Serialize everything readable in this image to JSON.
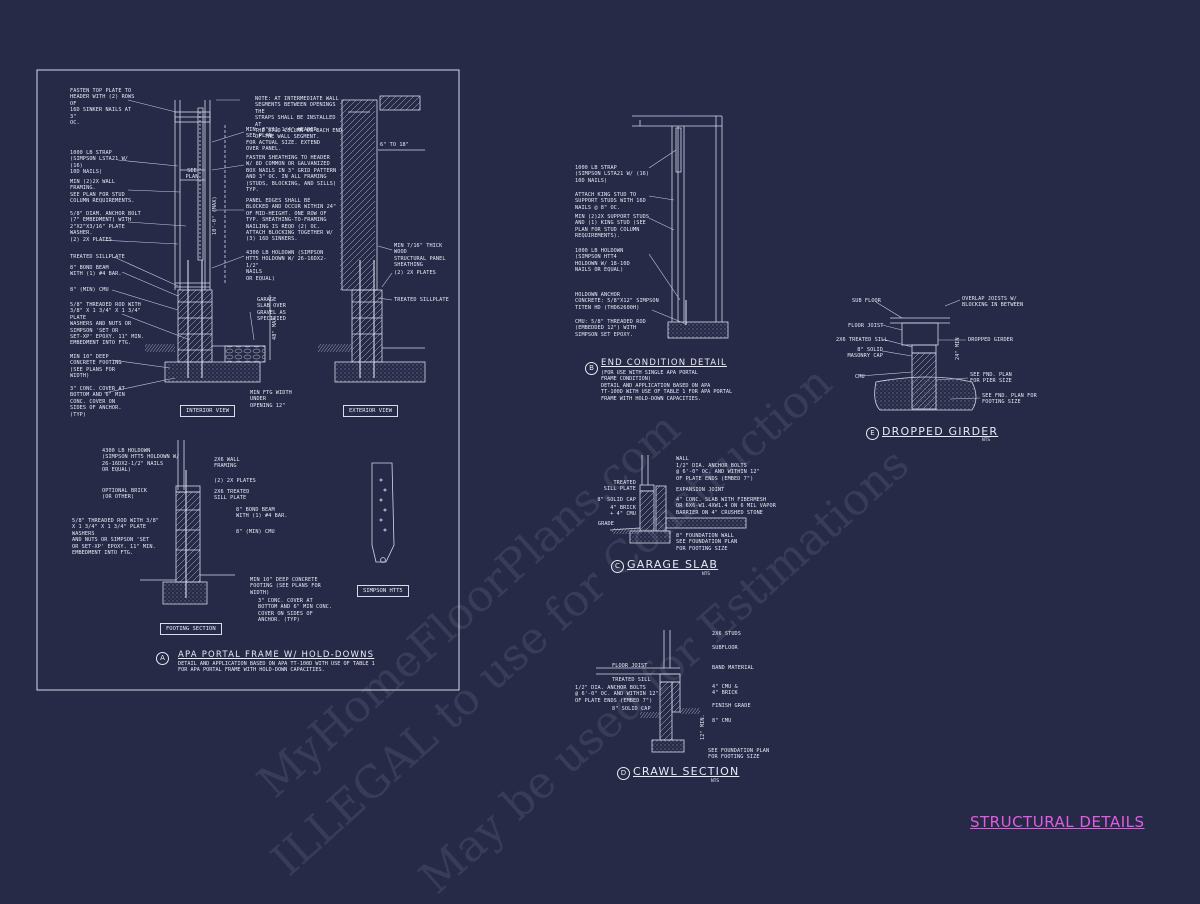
{
  "sheet_title": "STRUCTURAL DETAILS",
  "watermarks": [
    "MyHomeFloorPlans.com",
    "ILLEGAL to use for Construction",
    "May be used for Estimations"
  ],
  "detail_a": {
    "marker": "A",
    "title": "APA PORTAL FRAME W/ HOLD-DOWNS",
    "subtitle": "DETAIL AND APPLICATION BASED ON APA TT-100D WITH USE OF TABLE 1\nFOR APA PORTAL FRAME WITH HOLD-DOWN CAPACITIES.",
    "interior_view": "INTERIOR VIEW",
    "exterior_view": "EXTERIOR VIEW",
    "footing_section": "FOOTING SECTION",
    "simpson_htt5": "SIMPSON HTT5",
    "dim_height": "10'-0\" (MAX)",
    "dim_see_plan": "SEE PLAN",
    "dim_6to18": "6\" TO 18\"",
    "dim_48max": "48\" MAX",
    "labels_left": [
      "FASTEN TOP PLATE TO\nHEADER WITH (2) ROWS OF\n16d SINKER NAILS AT 3\"\nOC.",
      "1000 LB STRAP\n(SIMPSON LSTA21 W/ (16)\n10d NAILS)",
      "MIN (2)2X WALL FRAMING.\nSEE PLAN FOR STUD\nCOLUMN REQUIREMENTS.",
      "5/8\" DIAM. ANCHOR BOLT\n(7\" EMBEDMENT) WITH\n2\"x2\"x3/16\" PLATE WASHER.",
      "(2) 2x PLATES",
      "TREATED SILLPLATE",
      "8\" BOND BEAM\nWITH (1) #4 BAR.",
      "8\" (MIN) CMU",
      "5/8\" THREADED ROD WITH\n3/8\" x 1 3/4\" x 1 3/4\" PLATE\nWASHERS AND NUTS OR\nSIMPSON 'SET OR\nSET-XP' EPOXY. 11\" MIN.\nEMBEDMENT INTO FTG.",
      "MIN 10\" DEEP\nCONCRETE FOOTING\n(SEE PLANS FOR\nWIDTH)",
      "3\" CONC. COVER AT\nBOTTOM AND 6\" MIN\nCONC. COVER ON\nSIDES OF ANCHOR.\n(TYP)"
    ],
    "labels_mid": [
      "NOTE: AT INTERMEDIATE WALL\nSEGMENTS BETWEEN OPENINGS THE\nSTRAPS SHALL BE INSTALLED AT\nTHE STUD COLUMN ON EACH END\nOF THE WALL SEGMENT.",
      "MIN. 3\"x11 1/4\" HEADER. SEE PLAN\nFOR ACTUAL SIZE. EXTEND\nOVER PANEL.",
      "FASTEN SHEATHING TO HEADER\nW/ 8d COMMON OR GALVANIZED\nBOX NAILS IN 3\" GRID PATTERN\nAND 3\" OC. IN ALL FRAMING\n(STUDS, BLOCKING, AND SILLS)\nTYP.",
      "PANEL EDGES SHALL BE\nBLOCKED AND OCCUR WITHIN 24\"\nOF MID-HEIGHT. ONE ROW OF\nTYP. SHEATHING-TO-FRAMING\nNAILING IS REQD (2) OC.\nATTACH BLOCKING TOGETHER W/\n(3) 16d SINKERS.",
      "4300 LB HOLDOWN (SIMPSON\nHTT5 HOLDOWN W/ 26-16dx2-1/2\"\nNAILS\nOR EQUAL)",
      "GARAGE\nSLAB OVER\nGRAVEL AS\nSPECIFIED",
      "MIN FTG WIDTH UNDER\nOPENING 12\""
    ],
    "labels_ext": [
      "MIN 7/16\" THICK WOOD\nSTRUCTURAL PANEL\nSHEATHING",
      "(2) 2x PLATES",
      "TREATED SILLPLATE"
    ],
    "labels_footing": [
      "4300 LB HOLDOWN\n(SIMPSON HTT5 HOLDOWN W/\n26-16dx2-1/2\" NAILS\nOR EQUAL)",
      "OPTIONAL BRICK\n(OR OTHER)",
      "5/8\" THREADED ROD WITH 3/8\"\nx 1 3/4\" x 1 3/4\" PLATE WASHERS\nAND NUTS OR SIMPSON 'SET\nOR SET-XP' EPOXY. 11\" MIN.\nEMBEDMENT INTO FTG.",
      "2x6 WALL\nFRAMING",
      "(2) 2x PLATES",
      "2x6 TREATED\nSILL PLATE",
      "8\" BOND BEAM\nWITH (1) #4 BAR.",
      "8\" (MIN) CMU",
      "MIN 10\" DEEP CONCRETE\nFOOTING (SEE PLANS FOR\nWIDTH)",
      "3\" CONC. COVER AT\nBOTTOM AND 6\" MIN CONC.\nCOVER ON SIDES OF\nANCHOR. (TYP)"
    ]
  },
  "detail_b": {
    "marker": "B",
    "title": "END CONDITION DETAIL",
    "subtitle": "(FOR USE WITH SINGLE APA PORTAL\nFRAME CONDITION)\nDETAIL AND APPLICATION BASED ON APA\nTT-100D WITH USE OF TABLE 1 FOR APA PORTAL\nFRAME WITH HOLD-DOWN CAPACITIES.",
    "labels": [
      "1000 LB STRAP\n(SIMPSON LSTA21 W/ (16)\n10d NAILS)",
      "ATTACH KING STUD TO\nSUPPORT STUDS WITH 16d\nNAILS @ 8\" OC.",
      "MIN (2)2X SUPPORT STUDS\nAND (1) KING STUD (SEE\nPLAN FOR STUD COLUMN\nREQUIREMENTS).",
      "1000 LB HOLDOWN\n(SIMPSON HTT4\nHOLDOWN W/ 18-10d\nNAILS OR EQUAL)",
      "HOLDOWN ANCHOR\nCONCRETE: 5/8\"x12\" SIMPSON\nTITEN HD (THD62600H)",
      "CMU: 5/8\" THREADED ROD\n(EMBEDDED 12\") WITH\nSIMPSON SET EPOXY."
    ]
  },
  "detail_c": {
    "marker": "C",
    "title": "GARAGE SLAB",
    "nts": "NTS",
    "labels_left": [
      "TREATED\nSILL PLATE",
      "8\" SOLID CAP",
      "4\" BRICK\n+ 4\" CMU",
      "GRADE"
    ],
    "labels_right": [
      "WALL",
      "1/2\" DIA. ANCHOR BOLTS\n@ 6'-0\" OC. AND WITHIN 12\"\nOF PLATE ENDS (EMBED 7\")",
      "EXPANSION JOINT",
      "4\" CONC. SLAB WITH FIBERMESH\nOR 6X6-W1.4XW1.4 ON 6 MIL VAPOR\nBARRIER ON 4\" CRUSHED STONE",
      "8\" FOUNDATION WALL\nSEE FOUNDATION PLAN\nFOR FOOTING SIZE"
    ]
  },
  "detail_d": {
    "marker": "D",
    "title": "CRAWL SECTION",
    "nts": "NTS",
    "labels_left": [
      "FLOOR JOIST",
      "TREATED SILL",
      "1/2\" DIA. ANCHOR BOLTS\n@ 6'-0\" OC. AND WITHIN 12\"\nOF PLATE ENDS (EMBED 7\")",
      "8\" SOLID CAP"
    ],
    "labels_right": [
      "2x6 STUDS",
      "SUBFLOOR",
      "BAND MATERIAL",
      "4\" CMU &\n4\" BRICK",
      "FINISH GRADE",
      "8\" CMU",
      "SEE FOUNDATION PLAN\nFOR FOOTING SIZE"
    ],
    "dim": "12\" MIN."
  },
  "detail_e": {
    "marker": "E",
    "title": "DROPPED GIRDER",
    "nts": "NTS",
    "labels_left": [
      "SUB FLOOR",
      "FLOOR JOIST",
      "2x6 TREATED SILL",
      "8\" SOLID\nMASONRY CAP",
      "CMU"
    ],
    "labels_right": [
      "OVERLAP JOISTS W/\nBLOCKING IN BETWEEN",
      "DROPPED GIRDER",
      "SEE FND. PLAN\nFOR PIER SIZE",
      "SEE FND. PLAN FOR\nFOOTING SIZE"
    ],
    "dim": "24\" MIN"
  }
}
